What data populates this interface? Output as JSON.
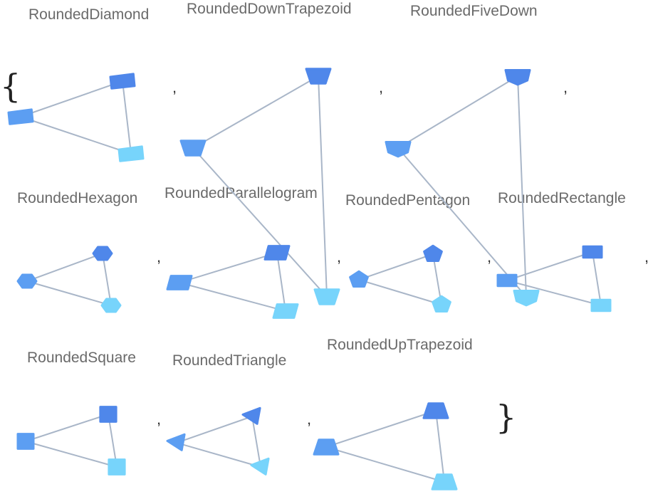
{
  "braces": {
    "open": "{",
    "close": "}"
  },
  "separator": ",",
  "colors": {
    "top": "#4f87ea",
    "left": "#5c9ef2",
    "bottom": "#77d4fb",
    "edge": "#a9b6c8"
  },
  "graphs": [
    {
      "name": "RoundedDiamond"
    },
    {
      "name": "RoundedDownTrapezoid"
    },
    {
      "name": "RoundedFiveDown"
    },
    {
      "name": "RoundedHexagon"
    },
    {
      "name": "RoundedParallelogram"
    },
    {
      "name": "RoundedPentagon"
    },
    {
      "name": "RoundedRectangle"
    },
    {
      "name": "RoundedSquare"
    },
    {
      "name": "RoundedTriangle"
    },
    {
      "name": "RoundedUpTrapezoid"
    }
  ]
}
